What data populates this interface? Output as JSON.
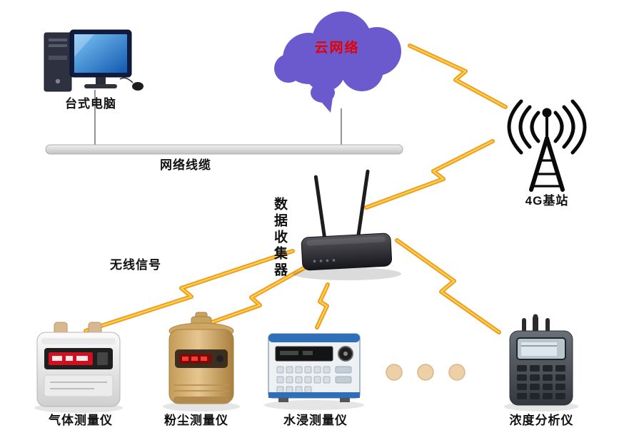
{
  "nodes": {
    "desktop": {
      "label": "台式电脑"
    },
    "cloud": {
      "label": "云网络"
    },
    "network_cable": {
      "label": "网络线缆"
    },
    "base_station": {
      "label": "4G基站"
    },
    "data_collector": {
      "label": "数据收集器"
    },
    "wireless_signal": {
      "label": "无线信号"
    },
    "gas_meter": {
      "label": "气体测量仪"
    },
    "dust_meter": {
      "label": "粉尘测量仪"
    },
    "water_meter": {
      "label": "水浸测量仪"
    },
    "analyzer": {
      "label": "浓度分析仪"
    },
    "ellipsis_dots": {
      "count": 3
    }
  },
  "connections": [
    {
      "from": "desktop",
      "to": "network_cable",
      "type": "wired"
    },
    {
      "from": "cloud",
      "to": "network_cable",
      "type": "wired"
    },
    {
      "from": "cloud",
      "to": "base_station",
      "type": "wireless"
    },
    {
      "from": "base_station",
      "to": "data_collector",
      "type": "wireless"
    },
    {
      "from": "data_collector",
      "to": "gas_meter",
      "type": "wireless"
    },
    {
      "from": "data_collector",
      "to": "dust_meter",
      "type": "wireless"
    },
    {
      "from": "data_collector",
      "to": "water_meter",
      "type": "wireless"
    },
    {
      "from": "data_collector",
      "to": "analyzer",
      "type": "wireless"
    }
  ],
  "colors": {
    "cloud": "#6a5acd",
    "cloud_label": "#e60000",
    "bolt": "#ef9b20",
    "bolt_highlight": "#ffd34d",
    "cable": "#d8d8d8",
    "label_text": "#111111"
  }
}
